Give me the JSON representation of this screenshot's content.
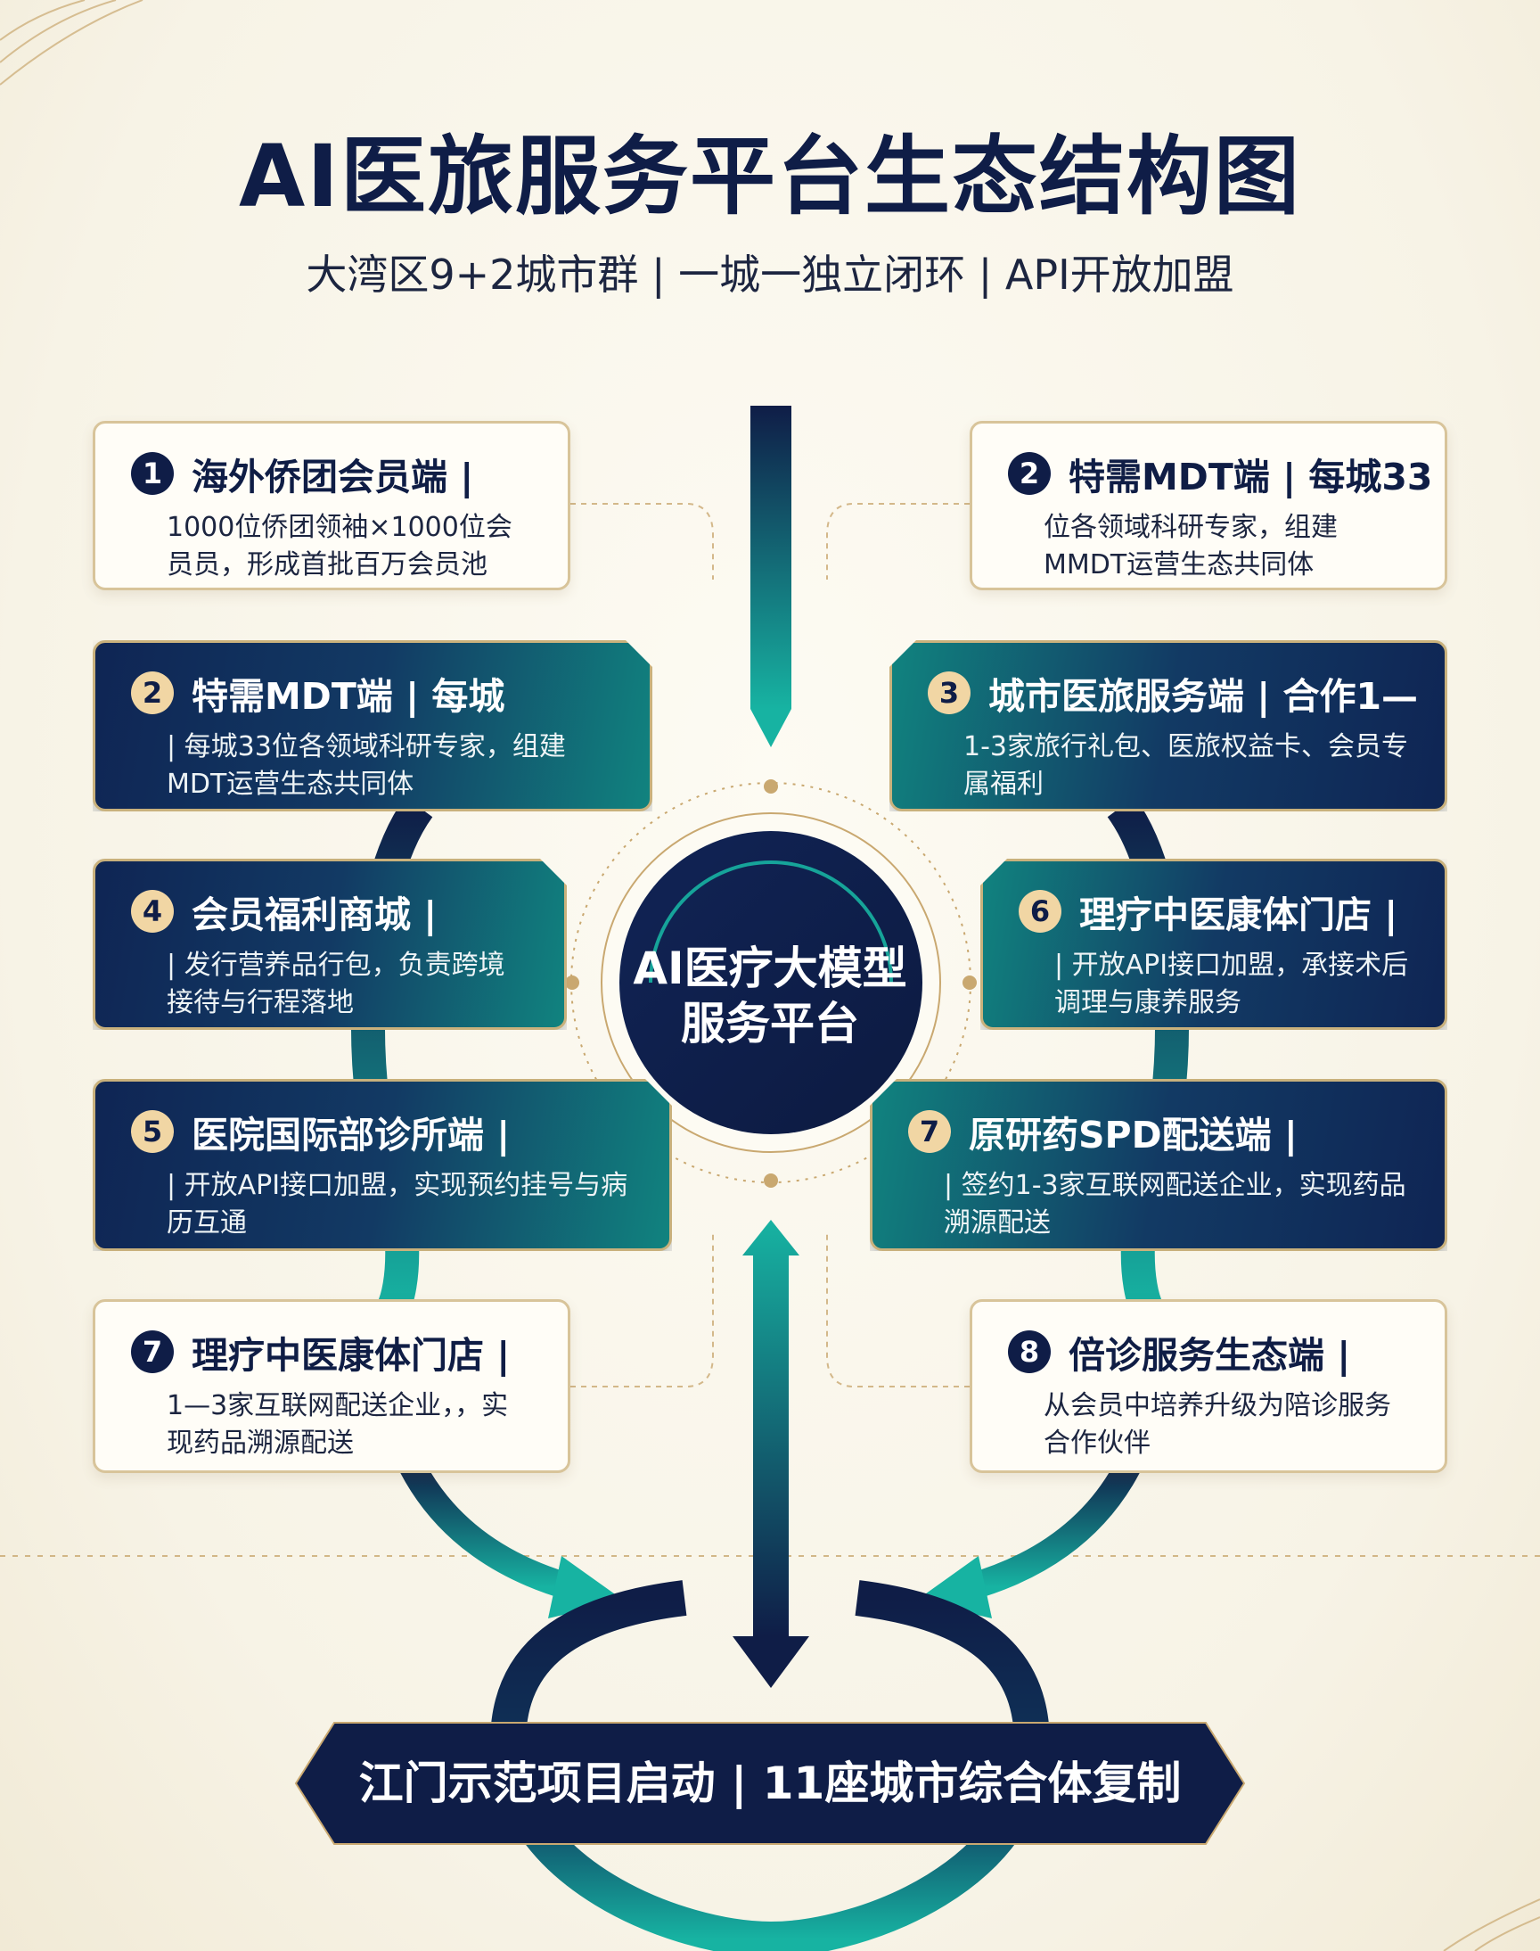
{
  "title": "AI医旅服务平台生态结构图",
  "subtitle": "大湾区9+2城市群 | 一城一独立闭环 | API开放加盟",
  "center": {
    "line1": "AI医疗大模型",
    "line2": "服务平台"
  },
  "cards_left": [
    {
      "num": "1",
      "title": "海外侨团会员端 |",
      "desc": "1000位侨团领袖×1000位会员员，形成首批百万会员池"
    },
    {
      "num": "2",
      "title": "特需MDT端 | 每城",
      "desc": "| 每城33位各领域科研专家，组建MDT运营生态共同体"
    },
    {
      "num": "4",
      "title": "会员福利商城 |",
      "desc": "| 发行营养品行包，负责跨境接待与行程落地"
    },
    {
      "num": "5",
      "title": "医院国际部诊所端 |",
      "desc": "| 开放API接口加盟，实现预约挂号与病历互通"
    },
    {
      "num": "7",
      "title": "理疗中医康体门店 |",
      "desc": "1—3家互联网配送企业，，实现药品溯源配送"
    }
  ],
  "cards_right": [
    {
      "num": "2",
      "title": "特需MDT端 | 每城33",
      "desc": "位各领域科研专家，组建MMDT运营生态共同体"
    },
    {
      "num": "3",
      "title": "城市医旅服务端 | 合作1—",
      "desc": "1-3家旅行礼包、医旅权益卡、会员专属福利"
    },
    {
      "num": "6",
      "title": "理疗中医康体门店 |",
      "desc": "| 开放API接口加盟，承接术后调理与康养服务"
    },
    {
      "num": "7",
      "title": "原研药SPD配送端 |",
      "desc": "| 签约1-3家互联网配送企业，实现药品溯源配送"
    },
    {
      "num": "8",
      "title": "倍诊服务生态端 |",
      "desc": "从会员中培养升级为陪诊服务合作伙伴"
    }
  ],
  "banner": "江门示范项目启动 | 11座城市综合体复制",
  "colors": {
    "navy": "#0f1d47",
    "teal": "#14a89a",
    "gold": "#c9a870",
    "cream": "#f7f3e6"
  }
}
